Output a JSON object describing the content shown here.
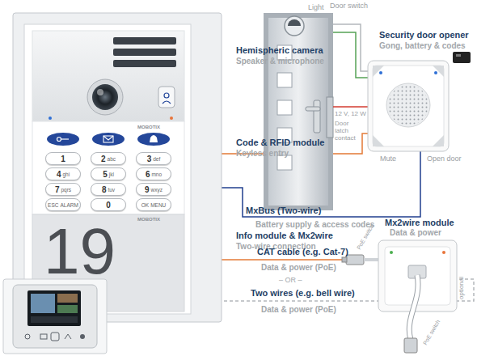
{
  "diagram": {
    "nodes": [
      {
        "text": [
          "Hemispheric camera",
          "Speaker & microphone"
        ]
      },
      {
        "text": [
          "Light"
        ]
      },
      {
        "text": [
          "Security door opener",
          "Gong, battery & codes"
        ]
      },
      {
        "text": [
          "Code & RFID module",
          "Keyless entry"
        ]
      },
      {
        "text": [
          "1"
        ],
        "in": 3
      },
      {
        "text": [
          "2",
          "abc"
        ],
        "in": 3
      },
      {
        "text": [
          "3",
          "def"
        ],
        "in": 3
      },
      {
        "text": [
          "4",
          "ghi"
        ],
        "in": 3
      },
      {
        "text": [
          "5",
          "jkl"
        ],
        "in": 3
      },
      {
        "text": [
          "6",
          "mno"
        ],
        "in": 3
      },
      {
        "text": [
          "7",
          "pqrs"
        ],
        "in": 3
      },
      {
        "text": [
          "8",
          "tuv"
        ],
        "in": 3
      },
      {
        "text": [
          "9",
          "wxyz"
        ],
        "in": 3
      },
      {
        "text": [
          "ESC",
          "ALARM"
        ],
        "in": 3
      },
      {
        "text": [
          "0"
        ],
        "in": 3
      },
      {
        "text": [
          "OK",
          "MENU"
        ],
        "in": 3
      },
      {
        "text": [
          "19",
          "Info module & Mx2wire",
          "Two-wire connection"
        ]
      },
      {
        "text": [
          "Mx2wire module",
          "Data & power"
        ]
      }
    ],
    "edges": [
      {
        "from": 1,
        "to": 2,
        "label": "Door switch",
        "arrow": "none"
      },
      {
        "from": 3,
        "to": 2,
        "arrow": "none"
      },
      {
        "from": 3,
        "to": 2,
        "label": "MxBus (Two-wire)",
        "arrow": "none"
      },
      {
        "from": 16,
        "to": 17,
        "label": "CAT cable (e.g. Cat-7)",
        "arrow": "none"
      },
      {
        "from": 16,
        "to": 17,
        "label": "Two wires (e.g. bell wire)",
        "arrow": "none"
      }
    ],
    "labels": [
      "12 V, 12 W",
      "Door latch contact",
      "Mute",
      "Open door",
      "Battery supply & access codes",
      "Data & power (PoE)",
      "– OR –",
      "Data & power (PoE)",
      "PoE switch",
      "PoE switch",
      "optional",
      "MOBOTIX",
      "MOBOTIX"
    ]
  }
}
